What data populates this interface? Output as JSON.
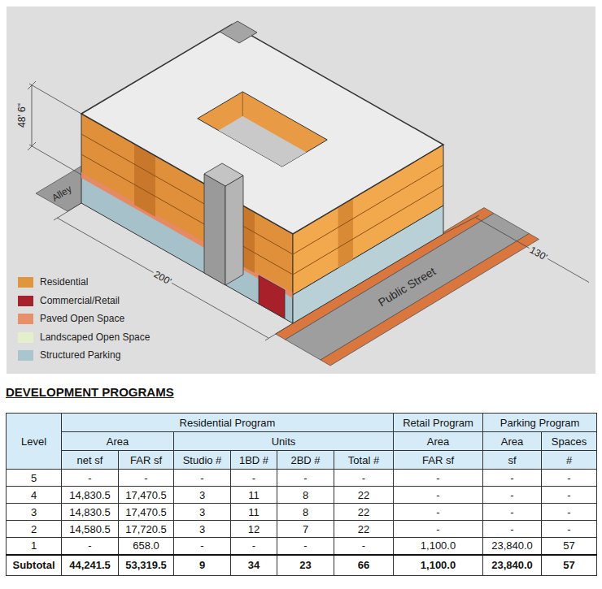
{
  "diagram": {
    "title": "DEVELOPMENT PROGRAMS",
    "labels": [
      "48' 6\"",
      "Alley",
      "200'",
      "Public Street",
      "130'",
      "Level",
      "Residential Program",
      "Retail Program",
      "Parking Program",
      "Area",
      "Units",
      "Area",
      "Area",
      "Spaces",
      "net sf",
      "FAR sf",
      "Studio #",
      "1BD #",
      "2BD #",
      "Total #",
      "FAR sf",
      "sf",
      "#",
      "5",
      "-",
      "-",
      "-",
      "-",
      "-",
      "-",
      "-",
      "-",
      "-",
      "4",
      "14,830.5",
      "17,470.5",
      "3",
      "11",
      "8",
      "22",
      "-",
      "-",
      "-",
      "3",
      "14,830.5",
      "17,470.5",
      "3",
      "11",
      "8",
      "22",
      "-",
      "-",
      "-",
      "2",
      "14,580.5",
      "17,720.5",
      "3",
      "12",
      "7",
      "22",
      "-",
      "-",
      "-",
      "1",
      "-",
      "658.0",
      "-",
      "-",
      "-",
      "-",
      "1,100.0",
      "23,840.0",
      "57",
      "Subtotal",
      "44,241.5",
      "53,319.5",
      "9",
      "34",
      "23",
      "66",
      "1,100.0",
      "23,840.0",
      "57"
    ],
    "legend": [
      {
        "text": "Residential",
        "color": "#e0963f"
      },
      {
        "text": "Commercial/Retail",
        "color": "#a6212b"
      },
      {
        "text": "Paved Open Space",
        "color": "#e8906a"
      },
      {
        "text": "Landscaped Open Space",
        "color": "#e6efcc"
      },
      {
        "text": "Structured Parking",
        "color": "#a9c6cf"
      }
    ]
  }
}
